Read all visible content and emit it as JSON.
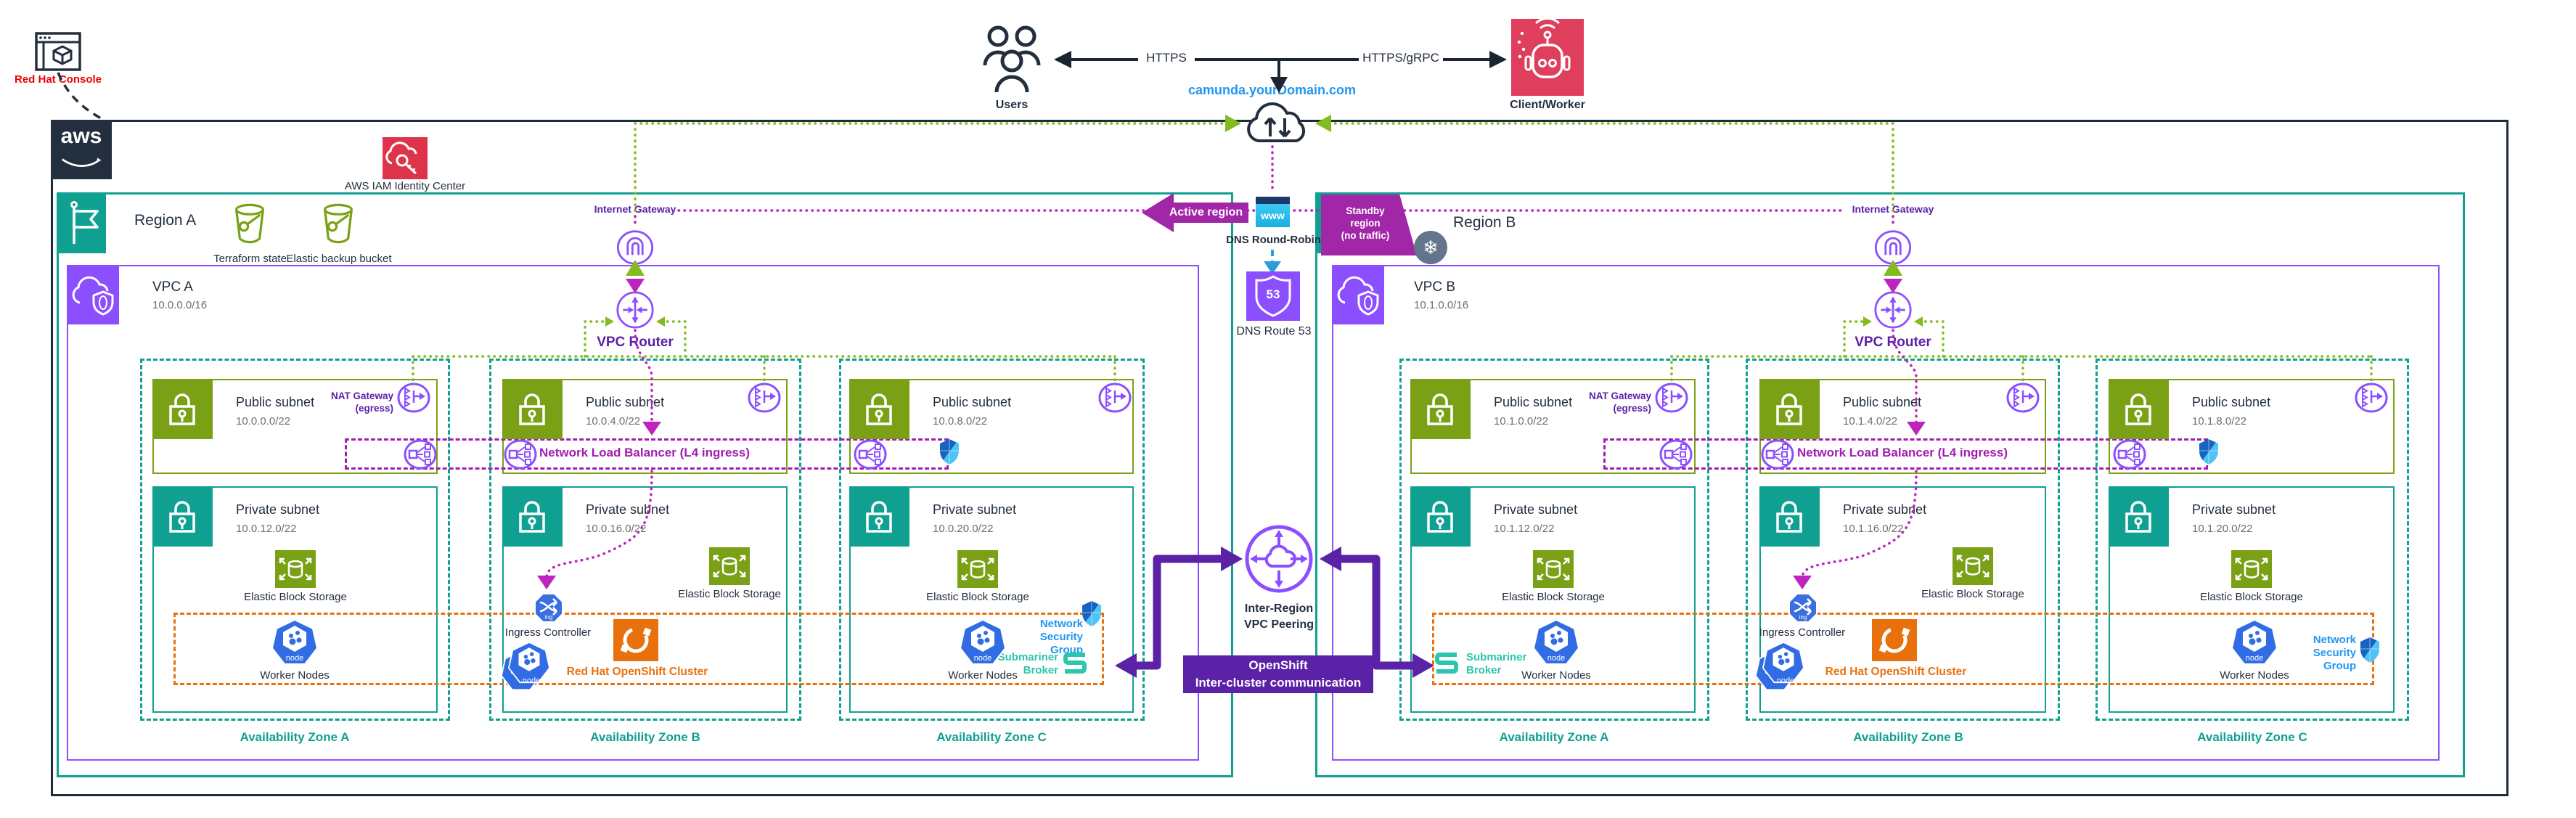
{
  "colors": {
    "navy": "#232F3E",
    "teal": "#0FA091",
    "olive": "#7AA116",
    "purple": "#8C4FFF",
    "deep_purple": "#5B21A6",
    "magenta_dotted": "#BE23BE",
    "nlb_magenta": "#A21CAF",
    "orange": "#E8710D",
    "k8s_blue": "#326CE5",
    "nsg_blue": "#2196F3",
    "submariner_teal": "#2CC5AD",
    "aws_red": "#DD344C",
    "client_red": "#DF3E5D",
    "redhat_red": "#EE0000",
    "camunda_blue": "#2196F3",
    "green_dotted": "#82BC1E",
    "slate": "#64748B",
    "active_magenta": "#A126A8"
  },
  "top": {
    "redhat_console": "Red Hat Console",
    "users": "Users",
    "client_worker": "Client/Worker",
    "https": "HTTPS",
    "https_grpc": "HTTPS/gRPC",
    "domain": "camunda.yourDomain.com",
    "aws": "aws"
  },
  "identity": {
    "label": "AWS IAM Identity Center"
  },
  "buckets": {
    "terraform": "Terraform state",
    "backup": "Elastic backup bucket"
  },
  "dns": {
    "active_region": "Active region",
    "www": "www",
    "round_robin": "DNS Round-Robin",
    "route53": "DNS Route 53",
    "route53_num": "53",
    "standby": "Standby\nregion\n(no traffic)"
  },
  "gateway": {
    "internet_gateway": "Internet Gateway",
    "vpc_router": "VPC Router",
    "nat_gateway": "NAT Gateway\n(egress)",
    "nlb": "Network Load Balancer (L4 ingress)"
  },
  "subnet": {
    "public": "Public subnet",
    "private": "Private subnet",
    "ebs": "Elastic Block Storage",
    "worker_nodes": "Worker Nodes",
    "ingress": "Ingress Controller",
    "openshift": "Red Hat OpenShift Cluster",
    "nsg": "Network Security\nGroup",
    "submariner": "Submariner\nBroker",
    "node": "node",
    "ing": "ing"
  },
  "center": {
    "peering": "Inter-Region\nVPC Peering",
    "intercluster": "OpenShift\nInter-cluster communication"
  },
  "az_labels": [
    "Availability Zone A",
    "Availability Zone B",
    "Availability Zone C"
  ],
  "regions": [
    {
      "name": "Region A",
      "vpc": "VPC A",
      "vpc_cidr": "10.0.0.0/16",
      "azs": [
        {
          "public_cidr": "10.0.0.0/22",
          "private_cidr": "10.0.12.0/22"
        },
        {
          "public_cidr": "10.0.4.0/22",
          "private_cidr": "10.0.16.0/22"
        },
        {
          "public_cidr": "10.0.8.0/22",
          "private_cidr": "10.0.20.0/22"
        }
      ]
    },
    {
      "name": "Region B",
      "vpc": "VPC B",
      "vpc_cidr": "10.1.0.0/16",
      "azs": [
        {
          "public_cidr": "10.1.0.0/22",
          "private_cidr": "10.1.12.0/22"
        },
        {
          "public_cidr": "10.1.4.0/22",
          "private_cidr": "10.1.16.0/22"
        },
        {
          "public_cidr": "10.1.8.0/22",
          "private_cidr": "10.1.20.0/22"
        }
      ]
    }
  ]
}
